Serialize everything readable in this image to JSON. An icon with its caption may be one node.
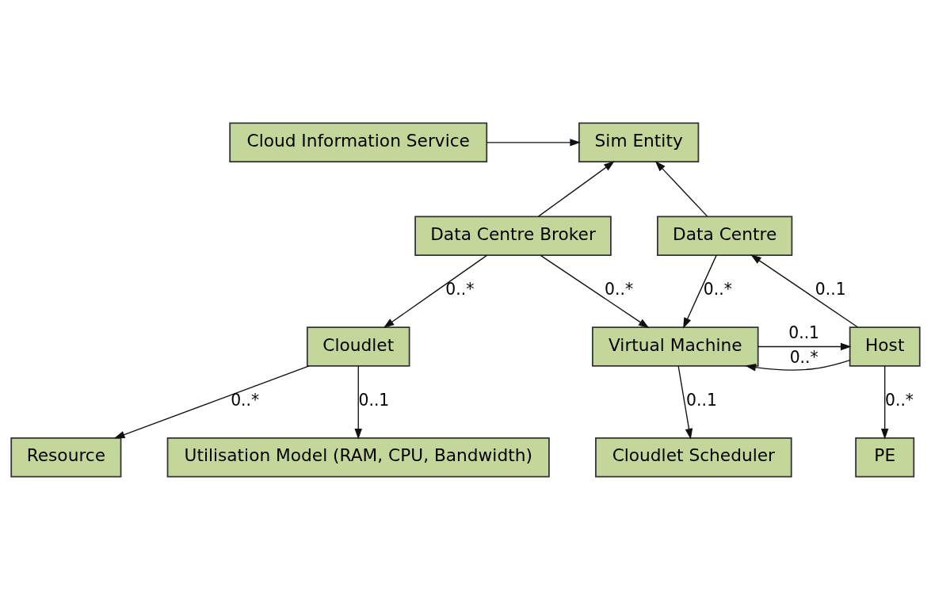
{
  "diagram": {
    "nodes": [
      {
        "text": [
          "Sim Entity"
        ]
      },
      {
        "text": [
          "Cloud Information Service"
        ]
      },
      {
        "text": [
          "Data Centre Broker"
        ]
      },
      {
        "text": [
          "Data Centre"
        ]
      },
      {
        "text": [
          "Cloudlet"
        ]
      },
      {
        "text": [
          "Virtual Machine"
        ]
      },
      {
        "text": [
          "Host"
        ]
      },
      {
        "text": [
          "Resource"
        ]
      },
      {
        "text": [
          "Cloudlet Scheduler"
        ]
      },
      {
        "text": [
          "Utilisation Model (RAM, CPU, Bandwidth)"
        ]
      },
      {
        "text": [
          "PE"
        ]
      }
    ],
    "edges": [
      {
        "from": 1,
        "to": 0,
        "arrow": "to"
      },
      {
        "from": 3,
        "to": 0,
        "arrow": "to"
      },
      {
        "from": 2,
        "to": 0,
        "arrow": "to"
      },
      {
        "from": 2,
        "to": 4,
        "arrow": "to",
        "label": "0..*"
      },
      {
        "from": 2,
        "to": 5,
        "arrow": "to",
        "label": "0..*"
      },
      {
        "from": 3,
        "to": 5,
        "arrow": "to",
        "label": "0..*"
      },
      {
        "from": 6,
        "to": 3,
        "arrow": "to",
        "label": "0..1"
      },
      {
        "from": 6,
        "to": 5,
        "arrow": "to",
        "label": "0..*"
      },
      {
        "from": 5,
        "to": 6,
        "arrow": "to",
        "label": "0..1"
      },
      {
        "from": 4,
        "to": 7,
        "arrow": "to",
        "label": "0..*"
      },
      {
        "from": 4,
        "to": 9,
        "arrow": "to",
        "label": "0..1"
      },
      {
        "from": 5,
        "to": 8,
        "arrow": "to",
        "label": "0..1"
      },
      {
        "from": 6,
        "to": 10,
        "arrow": "to",
        "label": "0..*"
      }
    ]
  }
}
